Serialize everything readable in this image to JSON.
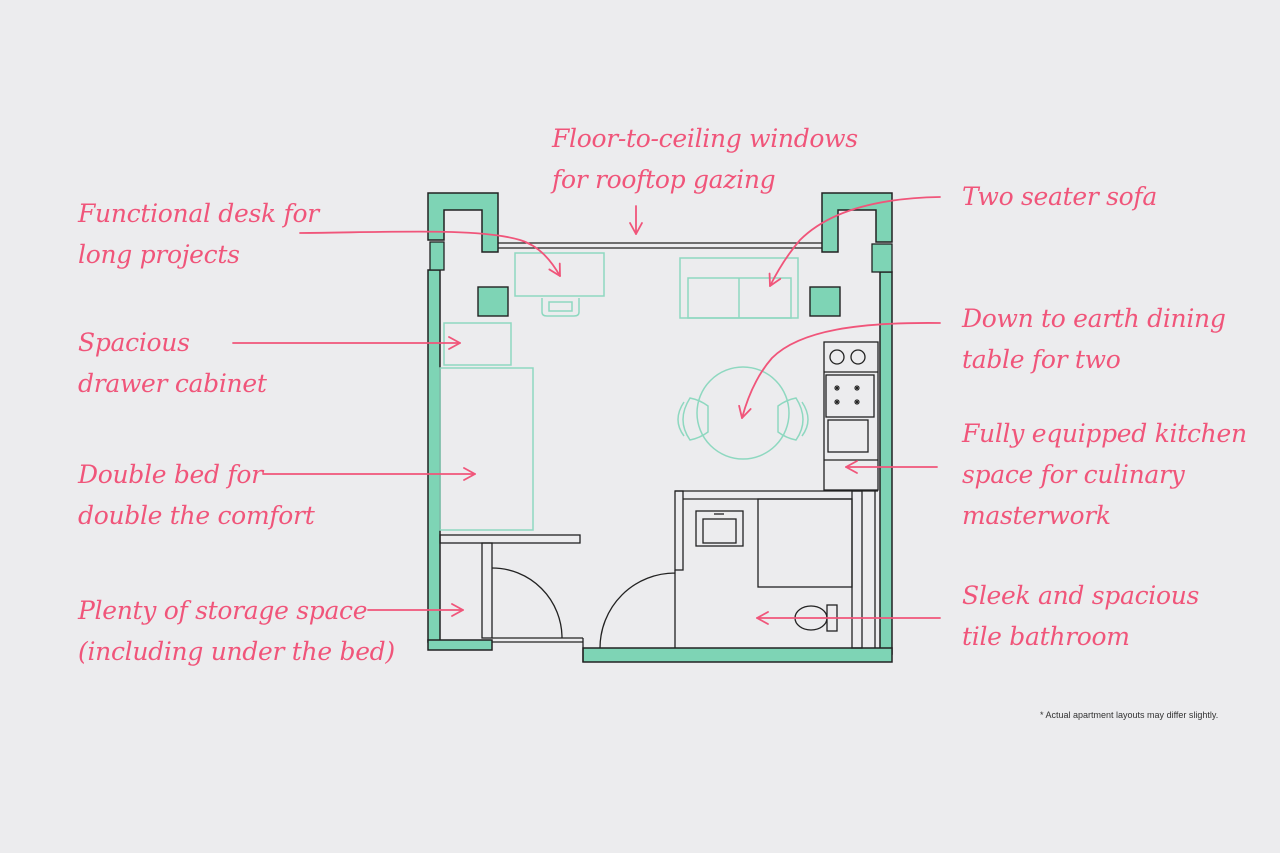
{
  "colors": {
    "background": "#ececee",
    "wall": "#7ed4b5",
    "annotation": "#f0557a",
    "furniture": "#8ed8c0",
    "outline": "#222222"
  },
  "annotations": {
    "windows": {
      "line1": "Floor-to-ceiling windows",
      "line2": "for rooftop gazing"
    },
    "desk": {
      "line1": "Functional desk for",
      "line2": "long projects"
    },
    "cabinet": {
      "line1": "Spacious",
      "line2": "drawer cabinet"
    },
    "bed": {
      "line1": "Double bed for",
      "line2": "double the comfort"
    },
    "storage": {
      "line1": "Plenty of storage space",
      "line2": "(including under the bed)"
    },
    "sofa": {
      "line1": "Two seater sofa"
    },
    "dining": {
      "line1": "Down to earth dining",
      "line2": "table for two"
    },
    "kitchen": {
      "line1": "Fully equipped kitchen",
      "line2": "space for culinary",
      "line3": "masterwork"
    },
    "bathroom": {
      "line1": "Sleek and spacious",
      "line2": "tile bathroom"
    }
  },
  "footnote": "* Actual apartment layouts may differ slightly."
}
